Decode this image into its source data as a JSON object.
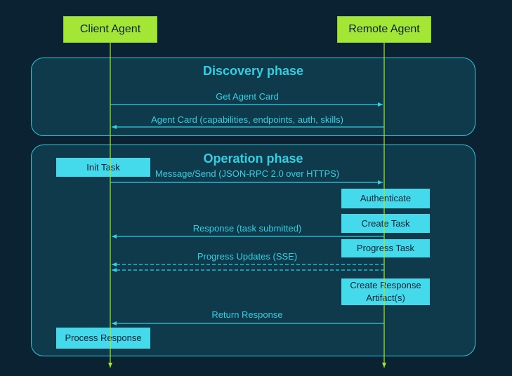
{
  "actors": {
    "client": "Client Agent",
    "remote": "Remote Agent"
  },
  "discovery": {
    "title": "Discovery phase",
    "messages": [
      "Get Agent Card",
      "Agent Card (capabilities, endpoints, auth, skills)"
    ]
  },
  "operation": {
    "title": "Operation phase",
    "client_steps": {
      "init": "Init Task",
      "process": "Process Response"
    },
    "remote_steps": {
      "authenticate": "Authenticate",
      "create_task": "Create Task",
      "progress_task": "Progress Task",
      "create_artifact_line1": "Create Response",
      "create_artifact_line2": "Artifact(s)"
    },
    "messages": {
      "send": "Message/Send (JSON-RPC 2.0 over HTTPS)",
      "response": "Response (task submitted)",
      "progress": "Progress Updates (SSE)",
      "return": "Return Response"
    }
  },
  "colors": {
    "background": "#0b2233",
    "actor": "#a3e635",
    "accent": "#35cfe2",
    "step_box": "#45d9ec"
  }
}
